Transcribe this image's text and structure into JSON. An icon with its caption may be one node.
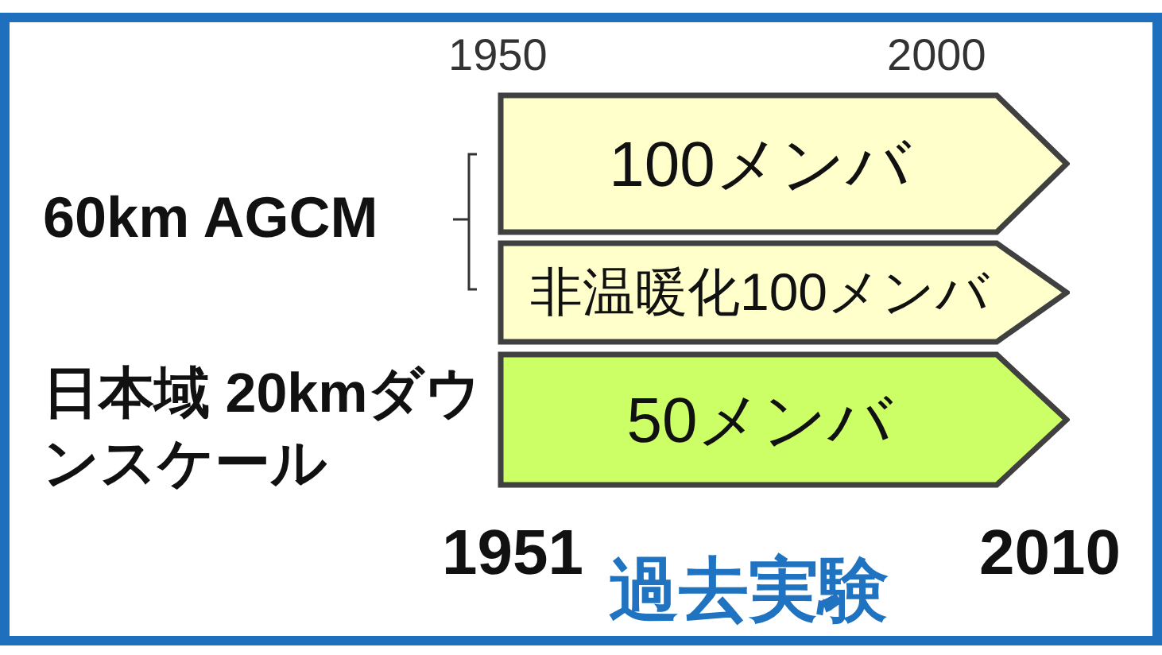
{
  "diagram": {
    "caption": "過去実験",
    "nodes": [
      {
        "text": [
          "100メンバ"
        ]
      },
      {
        "text": [
          "非温暖化100メンバ"
        ]
      },
      {
        "text": [
          "50メンバ"
        ]
      }
    ],
    "edges": [],
    "labels": [
      "1950",
      "2000",
      "60km AGCM",
      "日本域 20kmダウンスケール",
      "1951",
      "2010"
    ]
  }
}
